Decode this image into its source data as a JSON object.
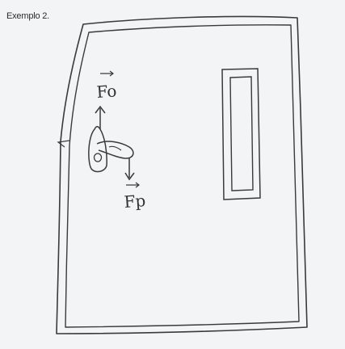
{
  "caption": "Exemplo 2.",
  "labels": {
    "upper_force": "Fo",
    "lower_force": "Fp"
  },
  "colors": {
    "paper": "#f3f4f5",
    "pencil": "#3a3a3a"
  }
}
